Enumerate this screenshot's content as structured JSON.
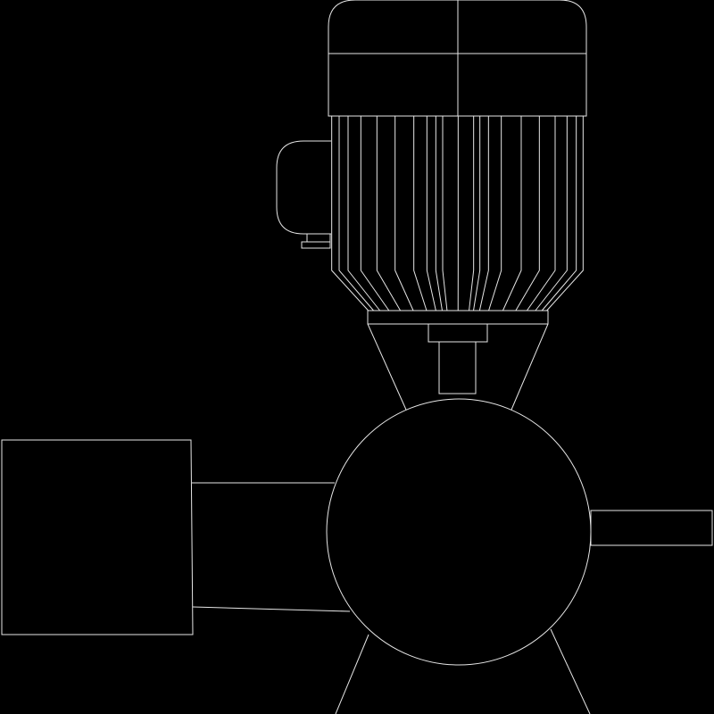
{
  "drawing": {
    "background": "#000000",
    "line_color": "#e6e6e6",
    "components": [
      "motor-fan-cover",
      "motor-finned-body",
      "terminal-box",
      "motor-flange",
      "coupling-lantern",
      "shaft",
      "pump-casing",
      "suction-flange",
      "discharge-pipe",
      "support-legs"
    ]
  }
}
